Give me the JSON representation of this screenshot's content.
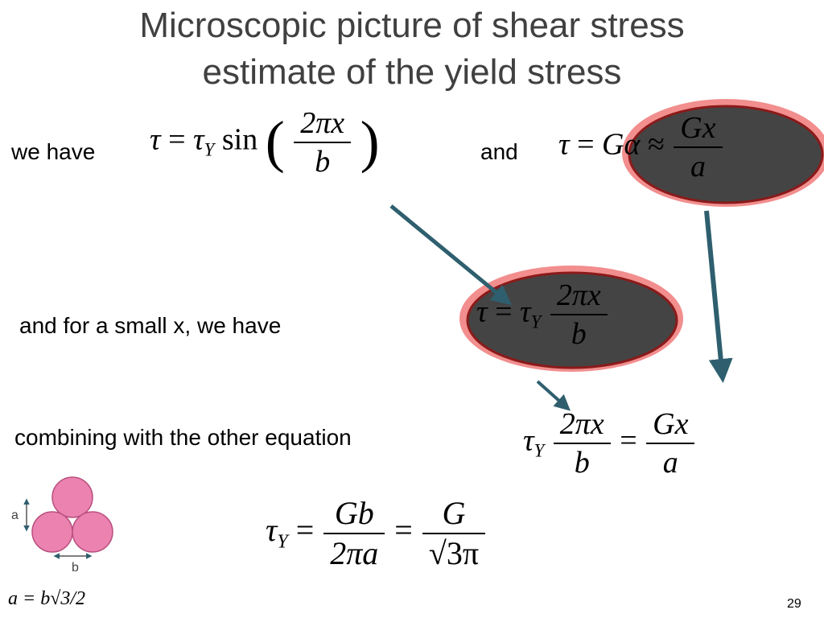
{
  "slide": {
    "title_line1": "Microscopic picture of shear stress",
    "title_line2": "estimate of the yield stress",
    "text_we_have": "we have",
    "text_and": "and",
    "text_small_x": "and for a small x, we have",
    "text_combining": "combining with the other equation",
    "page_number": "29"
  },
  "equations": {
    "eq1": {
      "lhs": "τ",
      "eq": "=",
      "tau": "τ",
      "tau_sub": "Y",
      "fn": "sin",
      "lparen": "(",
      "rparen": ")",
      "num": "2πx",
      "den": "b"
    },
    "eq2": {
      "lhs": "τ",
      "eq": "=",
      "rhs": "Gα",
      "approx": "≈",
      "num": "Gx",
      "den": "a"
    },
    "eq3": {
      "lhs": "τ",
      "eq": "=",
      "tau": "τ",
      "tau_sub": "Y",
      "num": "2πx",
      "den": "b"
    },
    "eq4": {
      "tau": "τ",
      "tau_sub": "Y",
      "num1": "2πx",
      "den1": "b",
      "eq": "=",
      "num2": "Gx",
      "den2": "a"
    },
    "eq5": {
      "tau": "τ",
      "tau_sub": "Y",
      "eq1": "=",
      "num1": "Gb",
      "den1": "2πa",
      "eq2": "=",
      "num2": "G",
      "den2": "√3π"
    },
    "eq_a": "a = b√3/2"
  },
  "diagram": {
    "label_a": "a",
    "label_b": "b"
  },
  "colors": {
    "title": "#404040",
    "highlight_fill": "#444444",
    "highlight_stroke": "#8b1a1a",
    "highlight_glow": "#f07a7a",
    "arrow": "#2f5f6e",
    "circle_fill": "#eb82b0",
    "circle_stroke": "#b84f7f"
  }
}
